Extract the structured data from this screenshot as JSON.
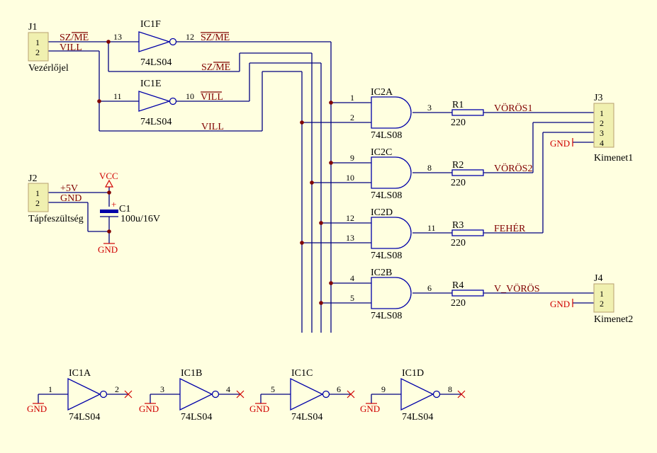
{
  "connectors": [
    {
      "ref": "J1",
      "label": "Vezérlőjel",
      "pins": [
        "1",
        "2"
      ]
    },
    {
      "ref": "J2",
      "label": "Tápfeszültség",
      "pins": [
        "1",
        "2"
      ]
    },
    {
      "ref": "J3",
      "label": "Kimenet1",
      "pins": [
        "1",
        "2",
        "3",
        "4"
      ]
    },
    {
      "ref": "J4",
      "label": "Kimenet2",
      "pins": [
        "1",
        "2"
      ]
    }
  ],
  "inverters": [
    {
      "ref": "IC1F",
      "type": "74LS04",
      "in": "13",
      "out": "12"
    },
    {
      "ref": "IC1E",
      "type": "74LS04",
      "in": "11",
      "out": "10"
    },
    {
      "ref": "IC1A",
      "type": "74LS04",
      "in": "1",
      "out": "2"
    },
    {
      "ref": "IC1B",
      "type": "74LS04",
      "in": "3",
      "out": "4"
    },
    {
      "ref": "IC1C",
      "type": "74LS04",
      "in": "5",
      "out": "6"
    },
    {
      "ref": "IC1D",
      "type": "74LS04",
      "in": "9",
      "out": "8"
    }
  ],
  "and_gates": [
    {
      "ref": "IC2A",
      "type": "74LS08",
      "in1": "1",
      "in2": "2",
      "out": "3"
    },
    {
      "ref": "IC2C",
      "type": "74LS08",
      "in1": "9",
      "in2": "10",
      "out": "8"
    },
    {
      "ref": "IC2D",
      "type": "74LS08",
      "in1": "12",
      "in2": "13",
      "out": "11"
    },
    {
      "ref": "IC2B",
      "type": "74LS08",
      "in1": "4",
      "in2": "5",
      "out": "6"
    }
  ],
  "resistors": [
    {
      "ref": "R1",
      "value": "220"
    },
    {
      "ref": "R2",
      "value": "220"
    },
    {
      "ref": "R3",
      "value": "220"
    },
    {
      "ref": "R4",
      "value": "220"
    }
  ],
  "capacitor": {
    "ref": "C1",
    "value": "100u/16V"
  },
  "nets": {
    "szme": "SZ/ME",
    "vill": "VILL",
    "plus5v": "+5V",
    "gnd": "GND",
    "vcc": "VCC",
    "voros1": "VÖRÖS1",
    "voros2": "VÖRÖS2",
    "feher": "FEHÉR",
    "v_voros": "V_VÖRÖS"
  },
  "power_labels": {
    "gnd": "GND",
    "vcc": "VCC"
  }
}
